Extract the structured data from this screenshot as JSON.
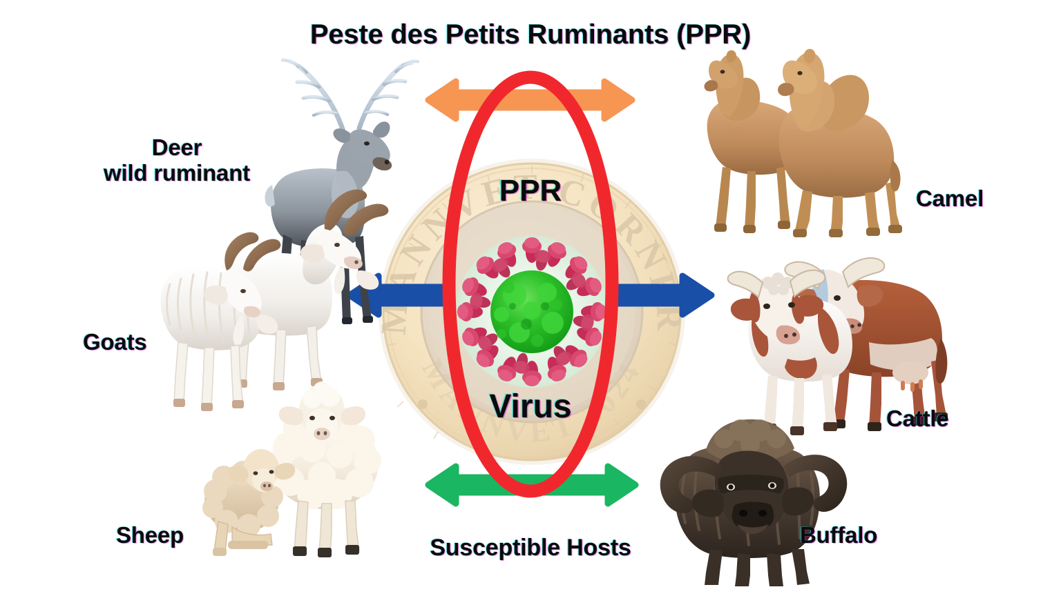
{
  "page": {
    "title": "Peste des Petits Ruminants (PPR)",
    "caption": "Susceptible Hosts",
    "background_color": "#FFFFFF"
  },
  "center": {
    "name": "ppr-virus-badge",
    "top_label": "PPR",
    "bottom_label": "Virus",
    "coin_watermark": "MANNVET CORNER",
    "coin_color": "#F5E3C0",
    "coin_inner_color": "#E8DCCB",
    "highlight_ring_color": "#F0282D",
    "virus_core_color": "#22B222",
    "virus_spike_color": "#D13A63",
    "virus_halo_color": "#DCEFDC"
  },
  "arrows": [
    {
      "name": "arrow-top",
      "color": "#F79653",
      "direction": "double-horizontal",
      "position": "top"
    },
    {
      "name": "arrow-left",
      "color": "#1A4FA8",
      "direction": "left",
      "position": "middle-left"
    },
    {
      "name": "arrow-right",
      "color": "#1A4FA8",
      "direction": "right",
      "position": "middle-right"
    },
    {
      "name": "arrow-bottom",
      "color": "#1AB662",
      "direction": "double-horizontal",
      "position": "bottom"
    }
  ],
  "hosts": [
    {
      "name": "deer",
      "label": "Deer\nwild ruminant",
      "side": "left",
      "row": "top"
    },
    {
      "name": "goats",
      "label": "Goats",
      "side": "left",
      "row": "middle"
    },
    {
      "name": "sheep",
      "label": "Sheep",
      "side": "left",
      "row": "bottom"
    },
    {
      "name": "camel",
      "label": "Camel",
      "side": "right",
      "row": "top"
    },
    {
      "name": "cattle",
      "label": "Cattle",
      "side": "right",
      "row": "middle"
    },
    {
      "name": "buffalo",
      "label": "Buffalo",
      "side": "right",
      "row": "bottom"
    }
  ]
}
